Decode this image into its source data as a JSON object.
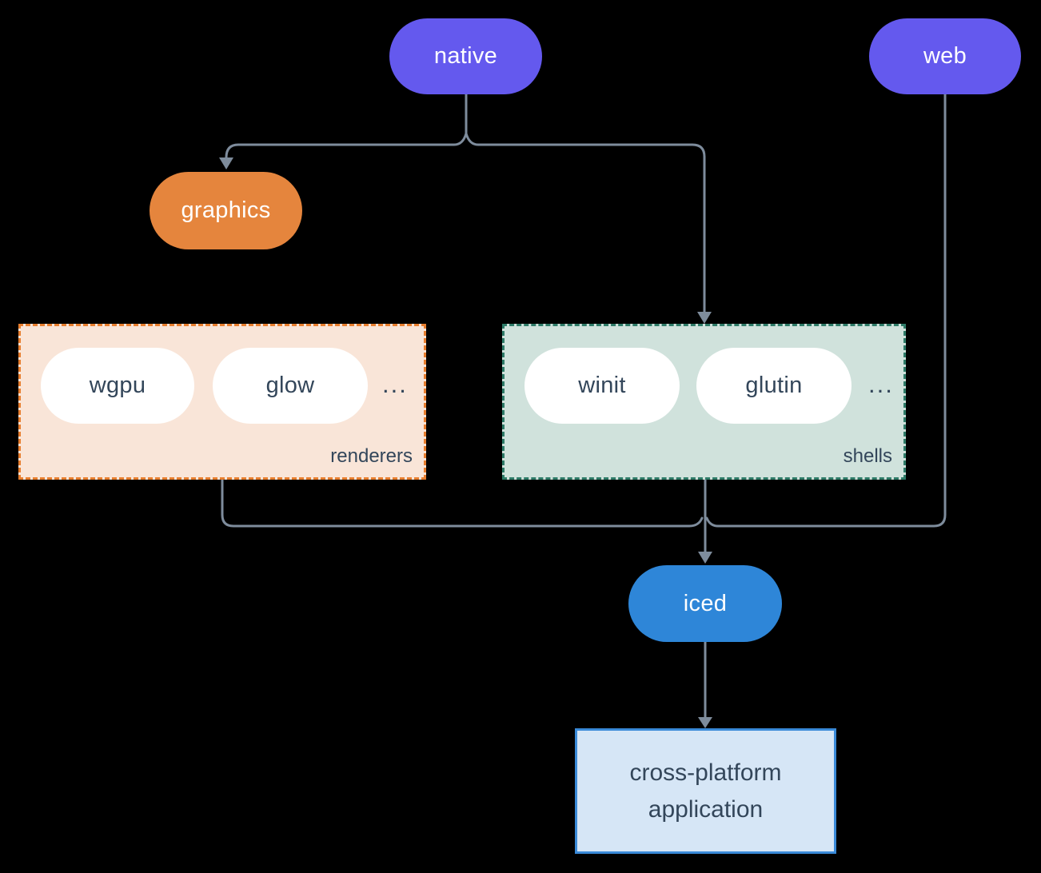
{
  "colors": {
    "background": "#000000",
    "edge": "#7e8c9c",
    "purple": "#6459ee",
    "orange": "#e5853d",
    "orange_dash": "#e87e2e",
    "peach_fill": "#f9e5d8",
    "sage_fill": "#d0e2dc",
    "teal_dash": "#2e7b68",
    "blue": "#2e86d8",
    "app_fill": "#d6e6f6",
    "app_border": "#3a8ad8",
    "pill_text_dark": "#33465a",
    "white": "#ffffff"
  },
  "nodes": {
    "native": {
      "label": "native"
    },
    "web": {
      "label": "web"
    },
    "graphics": {
      "label": "graphics"
    },
    "iced": {
      "label": "iced"
    },
    "application": {
      "label": "cross-platform application"
    }
  },
  "groups": {
    "renderers": {
      "label": "renderers",
      "ellipsis": "...",
      "items": [
        {
          "label": "wgpu"
        },
        {
          "label": "glow"
        }
      ]
    },
    "shells": {
      "label": "shells",
      "ellipsis": "...",
      "items": [
        {
          "label": "winit"
        },
        {
          "label": "glutin"
        }
      ]
    }
  }
}
